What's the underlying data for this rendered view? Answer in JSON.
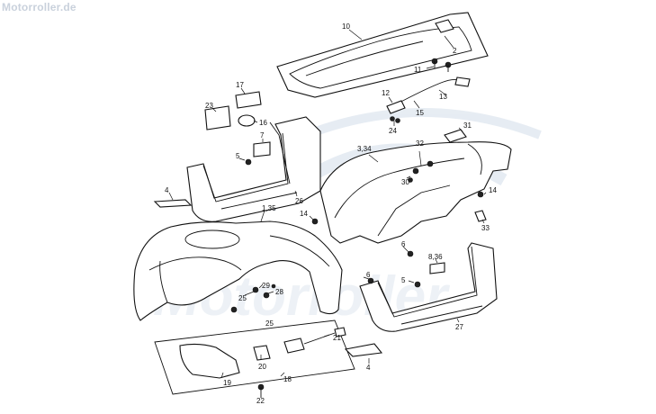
{
  "header": {
    "site_name": "Motorroller.de"
  },
  "watermark": {
    "text": "Motorroller",
    "color": "#dfe7ef"
  },
  "callouts": {
    "c1": "1,35",
    "c2": "2",
    "c4a": "4",
    "c4b": "4",
    "c5a": "5",
    "c5b": "5",
    "c6a": "6",
    "c6b": "6",
    "c7": "7",
    "c836": "8,36",
    "c10": "10",
    "c11": "11",
    "c12": "12",
    "c13": "13",
    "c14a": "14",
    "c14b": "14",
    "c15": "15",
    "c16": "16",
    "c17": "17",
    "c18": "18",
    "c19": "19",
    "c20": "20",
    "c21": "21",
    "c22": "22",
    "c23": "23",
    "c24": "24",
    "c25a": "25",
    "c25b": "25",
    "c26": "26",
    "c27": "27",
    "c28": "28",
    "c29": "29",
    "c30": "30",
    "c31": "31",
    "c32": "32",
    "c33": "33",
    "c334": "3,34"
  }
}
